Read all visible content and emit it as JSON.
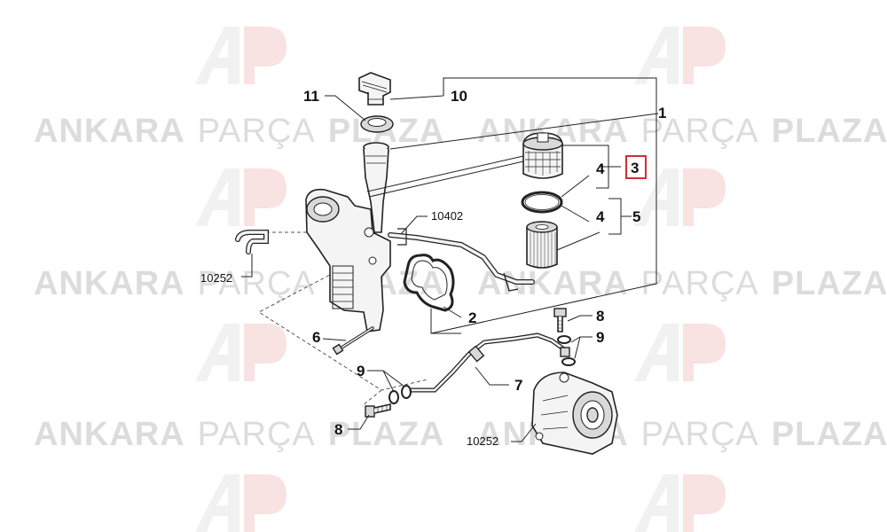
{
  "watermark": {
    "brand_left": "ANKARA",
    "brand_mid": "PARÇA",
    "brand_right": "PLAZA",
    "logo_letters": "AP"
  },
  "callouts": {
    "c1": "1",
    "c2": "2",
    "c3": "3",
    "c4a": "4",
    "c4b": "4",
    "c5": "5",
    "c6": "6",
    "c7": "7",
    "c8a": "8",
    "c8b": "8",
    "c9a": "9",
    "c9b": "9",
    "c10": "10",
    "c11": "11",
    "c10402": "10402",
    "c10252a": "10252",
    "c10252b": "10252"
  },
  "colors": {
    "highlight": "#d32f2f",
    "watermark_grey": "#dcdcdc",
    "watermark_red": "#f6d4d4"
  }
}
